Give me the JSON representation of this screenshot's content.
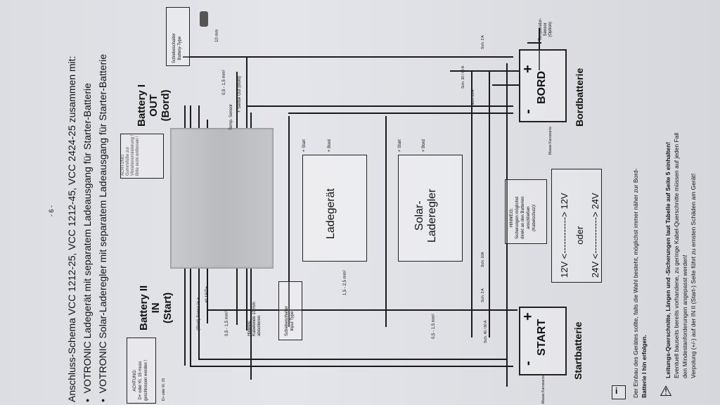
{
  "page_number": "- 6 -",
  "heading": {
    "line1": "Anschluss-Schema VCC 1212-25, VCC 1212-45, VCC 2424-25 zusammen mit:",
    "bullet1": "VOTRONIC Ladegerät mit separatem Ladeausgang für Starter-Batterie",
    "bullet2": "VOTRONIC Solar-Laderegler mit separatem Ladeausgang für Starter-Batterie"
  },
  "batteries": {
    "start_label": "START",
    "start_caption": "Startbatterie",
    "bord_label": "BORD",
    "bord_caption": "Bordbatterie",
    "plus": "+",
    "minus": "-"
  },
  "converter": {
    "battery2_title": "Battery II",
    "battery2_sub": "IN",
    "battery2_sub2": "(Start)",
    "battery1_title": "Battery I",
    "battery1_sub": "OUT",
    "battery1_sub2": "(Bord)",
    "sense_in": "(Start) Sense In +",
    "kl15": "Kl 15/D+",
    "sense_out": "+ Sense Out (Bord)",
    "temp_sensor": "Temp. Sensor"
  },
  "devices": {
    "charger": "Ladegerät",
    "solar_line1": "Solar-",
    "solar_line2": "Laderegler",
    "start_term": "+ Start",
    "bord_term": "+ Bord"
  },
  "notes": {
    "achtung_left_title": "ACHTUNG:",
    "achtung_left_l1": "D+ oder Kl. 15 muss",
    "achtung_left_l2": "geschlossen werden !",
    "d_plus": "D+ oder Kl. 15",
    "achtung_mid_title": "ACHTUNG:",
    "achtung_mid_l1": "Gummifüße zur",
    "achtung_mid_l2": "Vibrationsminderung !",
    "achtung_mid_l3": "Bitte nicht entfernen !",
    "hinweis_kabel_l1": "Hinweis:",
    "hinweis_kabel_l2": "Kabelende 10 mm",
    "hinweis_kabel_l3": "abisolieren",
    "input_type_l1": "Schiebeschalter",
    "input_type_l2": "Input Type",
    "battery_type_l1": "Schiebeschalter",
    "battery_type_l2": "Battery-Type",
    "ten_mm": "10 mm",
    "hinweis_sich_title": "HINWEIS:",
    "hinweis_sich_l1": "Sicherungen möglichst",
    "hinweis_sich_l2": "direkt an den Batterien",
    "hinweis_sich_l3": "anschließen",
    "hinweis_sich_l4": "(Kabelschutz)!",
    "temp_sensor_opt_l1": "Temperatur-",
    "temp_sensor_opt_l2": "Sensor",
    "temp_sensor_opt_l3": "(Option)"
  },
  "voltage": {
    "line1": "12V <------------> 12V",
    "mid": "oder",
    "line2": "24V <------------> 24V"
  },
  "wires": {
    "w_05_15_a": "0,5 - 1,5 mm²",
    "w_05_15_b": "0,5 - 1,5 mm²",
    "w_05_15_c": "0,5 - 1,5 mm²",
    "w_15_25": "1,5 - 2,5 mm²"
  },
  "fuses": {
    "start_main": "Sich. 40 / 80 A",
    "start_small": "Sich. 3 A",
    "start_10": "Sich. 10A",
    "bord_main": "Sich. 25 A",
    "bord_30": "Sich. 30 / 60 A",
    "bord_small": "Sich. 3 A"
  },
  "ground": {
    "start": "Masse Karosserie",
    "bord": "Masse Karosserie"
  },
  "footer": {
    "info_l1": "Der Einbau des Gerätes sollte, falls die Wahl besteht, möglichst immer näher zur Bord-",
    "info_l2": "Batterie I hin erfolgen.",
    "warn_l1": "Leitungs-Querschnitte, Längen und -Sicherungen laut Tabelle auf Seite 5 einhalten!",
    "warn_l2": "Eventuell bauseits bereits vorhandene, zu geringe Kabel-Querschnitte müssen auf jeden Fall",
    "warn_l3": "den Mindestanforderungen angepasst werden!",
    "warn_l4": "Verpolung (+/-) auf der IN II (Start-) Seite führt zu ernsten Schäden am Gerät!"
  }
}
